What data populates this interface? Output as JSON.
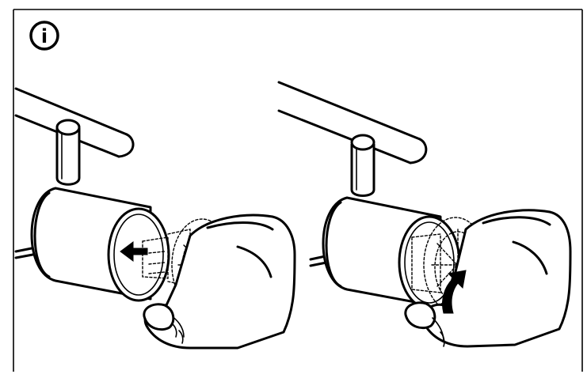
{
  "info_badge": {
    "icon": "info-icon",
    "glyph": "i"
  },
  "panels": [
    {
      "step": "insert-bulb",
      "arrow": "straight-arrow-icon",
      "direction": "push-in"
    },
    {
      "step": "twist-bulb",
      "arrow": "curved-arrow-icon",
      "direction": "rotate"
    }
  ],
  "colors": {
    "line": "#000000",
    "background": "#ffffff"
  }
}
